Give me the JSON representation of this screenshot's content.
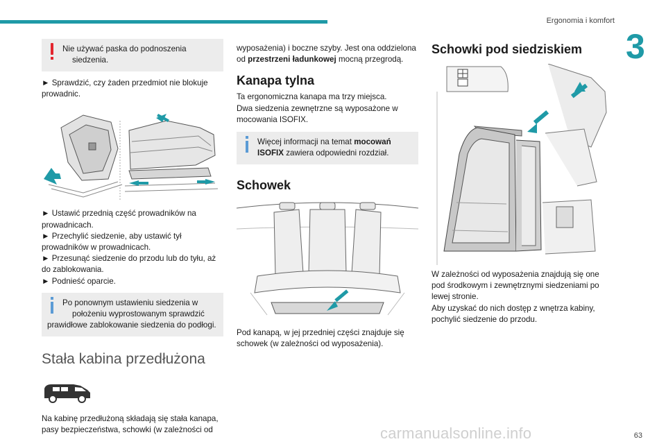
{
  "header": {
    "chapter_title": "Ergonomia i komfort",
    "chapter_number": "3",
    "page_number": "63"
  },
  "watermark": "carmanualsonline.info",
  "col1": {
    "warning1": {
      "line1": "Nie używać paska do podnoszenia",
      "line2": "siedzenia."
    },
    "bullet1": "► Sprawdzić, czy żaden przedmiot nie blokuje prowadnic.",
    "bullets2": [
      "► Ustawić przednią część prowadników na prowadnicach.",
      "► Przechylić siedzenie, aby ustawić tył prowadników w prowadnicach.",
      "► Przesunąć siedzenie do przodu lub do tyłu, aż do zablokowania.",
      "► Podnieść oparcie."
    ],
    "info1": {
      "line1": "Po ponownym ustawieniu siedzenia w",
      "line2": "położeniu wyprostowanym sprawdzić",
      "line3": "prawidłowe zablokowanie siedzenia do podłogi."
    },
    "section_title": "Stała kabina przedłużona",
    "paragraph": "Na kabinę przedłużoną składają się stała kanapa, pasy bezpieczeństwa, schowki (w zależności od"
  },
  "col2": {
    "para_cont": "wyposażenia) i boczne szyby. Jest ona oddzielona od",
    "para_bold": "przestrzeni ładunkowej",
    "para_end": "mocną przegrodą.",
    "h_kanapa": "Kanapa tylna",
    "kanapa_p1": "Ta ergonomiczna kanapa ma trzy miejsca.",
    "kanapa_p2": "Dwa siedzenia zewnętrzne są wyposażone w mocowania ISOFIX.",
    "info_pre": "Więcej informacji na temat",
    "info_bold1": "mocowań",
    "info_bold2": "ISOFIX",
    "info_post": "zawiera odpowiedni rozdział.",
    "h_schowek": "Schowek",
    "schowek_p": "Pod kanapą, w jej przedniej części znajduje się schowek (w zależności od wyposażenia)."
  },
  "col3": {
    "h_schowki": "Schowki pod siedziskiem",
    "p1": "W zależności od wyposażenia znajdują się one pod środkowym i zewnętrznymi siedzeniami po lewej stronie.",
    "p2": "Aby uzyskać do nich dostęp z wnętrza kabiny, pochylić siedzenie do przodu."
  },
  "colors": {
    "accent": "#1f9aa7",
    "warning": "#e3262f",
    "info": "#5b9bd5",
    "note_bg": "#ececec"
  }
}
